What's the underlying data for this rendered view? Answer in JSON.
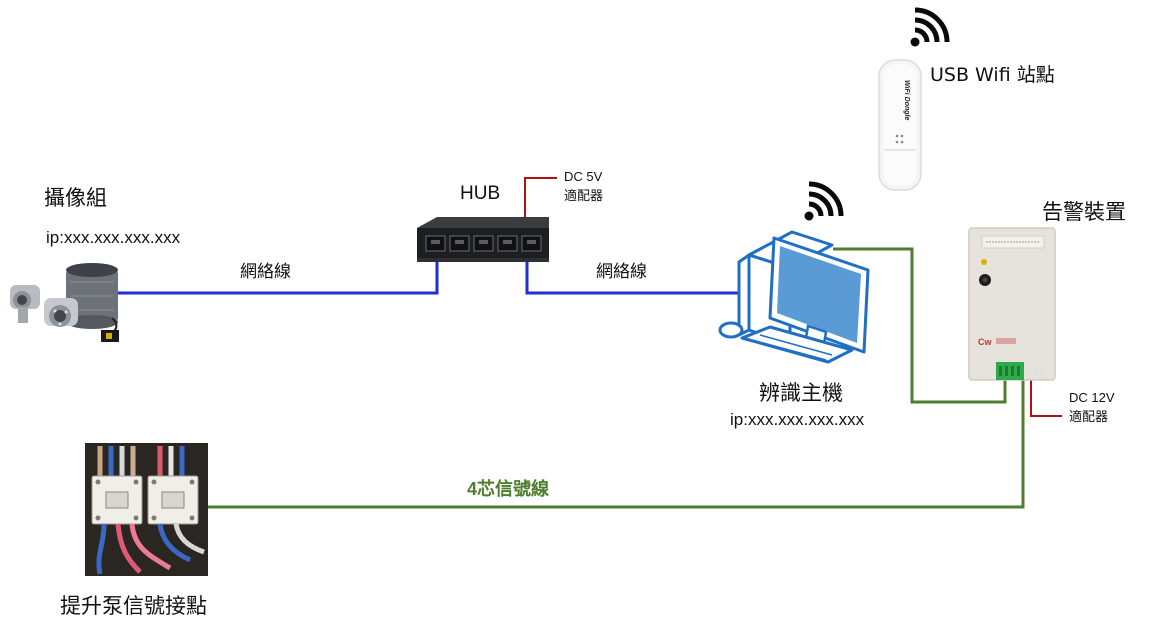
{
  "labels": {
    "camera_title": "攝像組",
    "camera_ip": "ip:xxx.xxx.xxx.xxx",
    "hub_title": "HUB",
    "hub_power_line1": "DC 5V",
    "hub_power_line2": "適配器",
    "net_cable_left": "網絡線",
    "net_cable_right": "網絡線",
    "usb_wifi": "USB Wifi 站點",
    "alarm_title": "告警裝置",
    "host_title": "辨識主機",
    "host_ip": "ip:xxx.xxx.xxx.xxx",
    "alarm_power_line1": "DC 12V",
    "alarm_power_line2": "適配器",
    "signal_cable": "4芯信號線",
    "pump_contact": "提升泵信號接點",
    "dongle_text": "WiFi Dongle"
  },
  "colors": {
    "network_line": "#1f2ed6",
    "signal_line": "#4e7d2f",
    "power_line": "#b01010",
    "computer_blue": "#1f6fc4",
    "screen_blue": "#5b9bd5"
  }
}
